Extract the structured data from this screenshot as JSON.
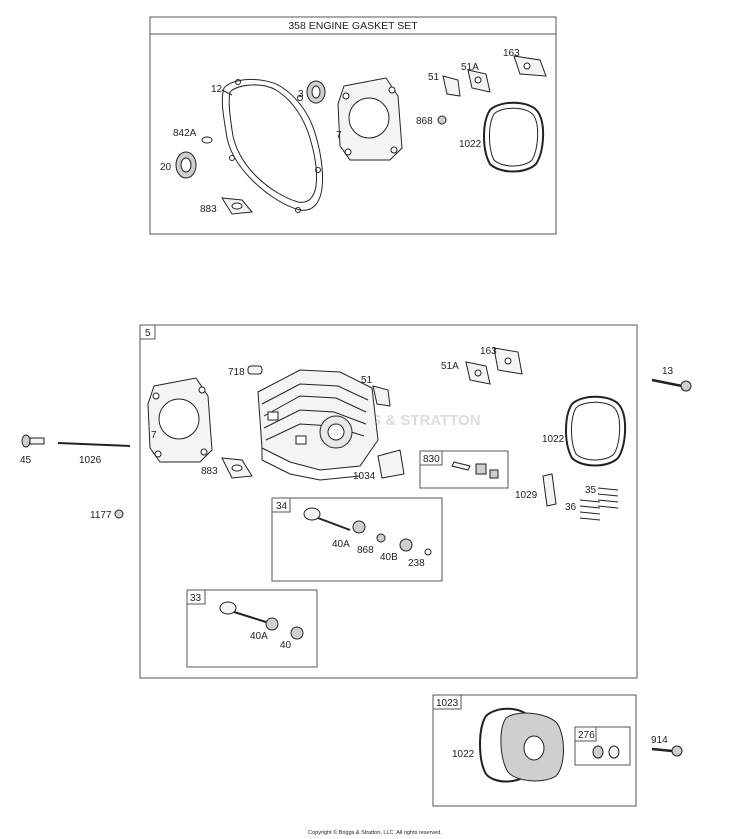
{
  "gasket_set": {
    "title": "358 ENGINE GASKET SET",
    "labels": {
      "p12": "12",
      "p3": "3",
      "p7": "7",
      "p51": "51",
      "p51a": "51A",
      "p163": "163",
      "p842a": "842A",
      "p868": "868",
      "p20": "20",
      "p883": "883",
      "p1022": "1022"
    }
  },
  "head_group": {
    "box_label": "5",
    "labels": {
      "p718": "718",
      "p51": "51",
      "p51a": "51A",
      "p163": "163",
      "p7": "7",
      "p883": "883",
      "p1034": "1034",
      "p1022": "1022",
      "p1029": "1029",
      "p35": "35",
      "p36": "36"
    },
    "watermark": "BRIGGS & STRATTON"
  },
  "box_830": {
    "label": "830"
  },
  "box_34": {
    "label": "34",
    "labels": {
      "p40a": "40A",
      "p868": "868",
      "p40b": "40B",
      "p238": "238"
    }
  },
  "box_33": {
    "label": "33",
    "labels": {
      "p40a": "40A",
      "p40": "40"
    }
  },
  "outside": {
    "p13": "13",
    "p45": "45",
    "p1026": "1026",
    "p1177": "1177",
    "p914": "914"
  },
  "box_1023": {
    "label": "1023",
    "p1022": "1022",
    "sub_box_label": "276"
  },
  "copyright": "Copyright © Briggs & Stratton, LLC. All rights reserved."
}
